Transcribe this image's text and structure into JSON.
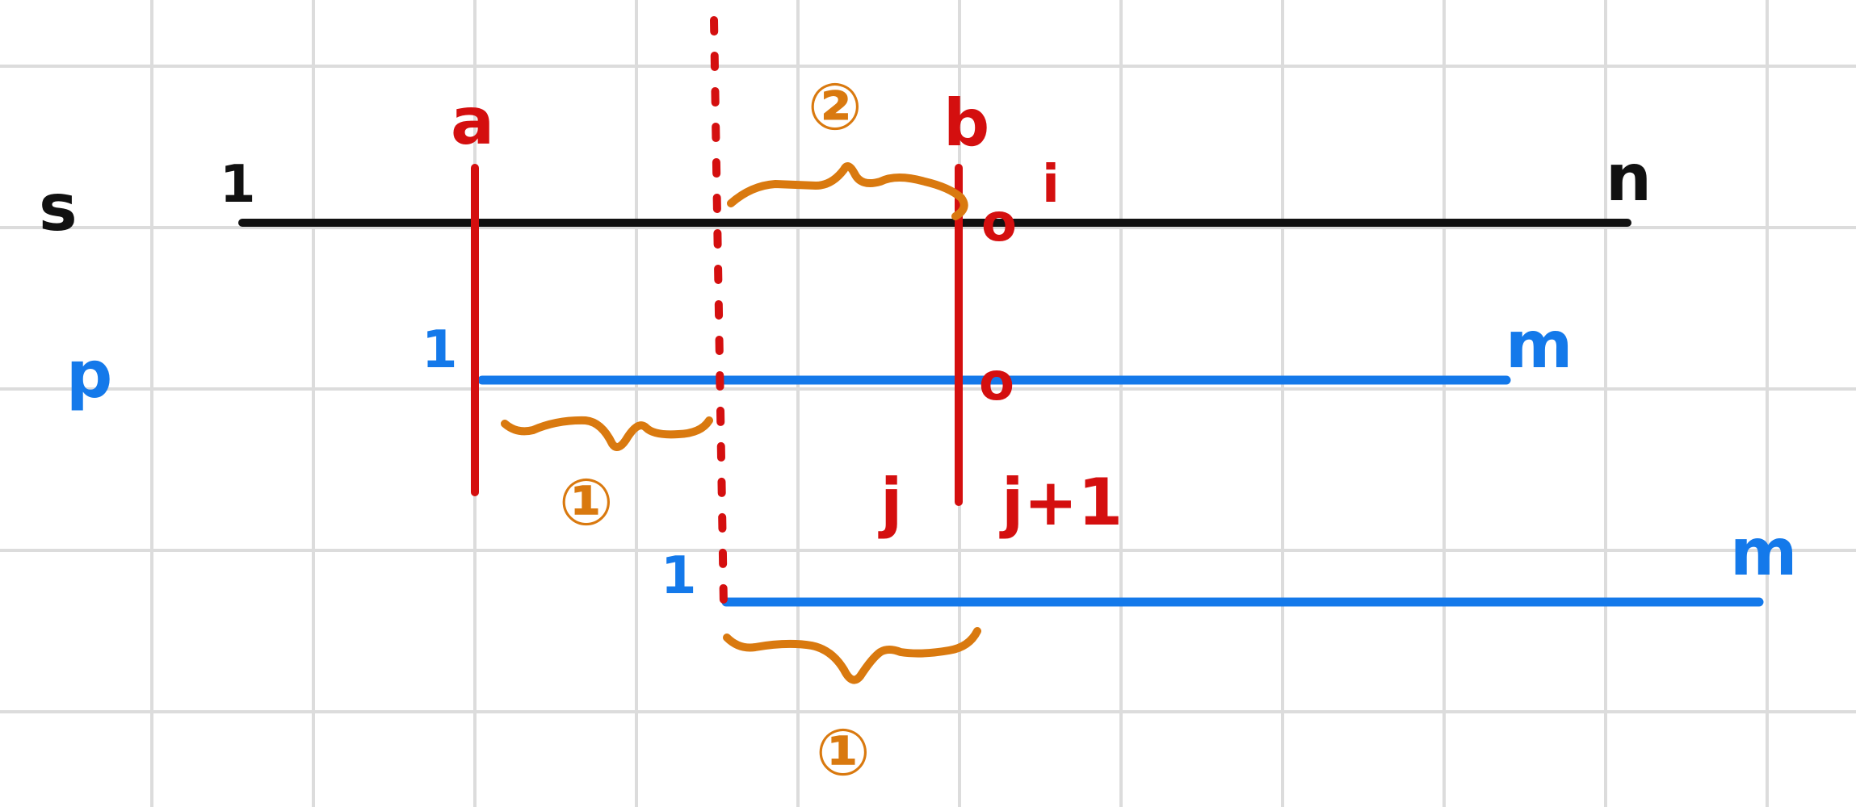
{
  "colors": {
    "background": "#ffffff",
    "grid": "#dcdcdc",
    "text_string": "#111111",
    "pattern": "#1479ea",
    "marker": "#d40f0f",
    "brace": "#d9790f"
  },
  "labels": {
    "text_name": "s",
    "text_start": "1",
    "text_end": "n",
    "pattern_name": "p",
    "pattern_start": "1",
    "pattern_end": "m",
    "shifted_start": "1",
    "shifted_end": "m",
    "left_marker": "a",
    "right_marker": "b",
    "index_i": "i",
    "index_j": "j",
    "index_j_next": "j+1",
    "text_char": "o",
    "pattern_char": "o",
    "brace_top": "②",
    "brace_left": "①",
    "brace_bottom": "①"
  }
}
